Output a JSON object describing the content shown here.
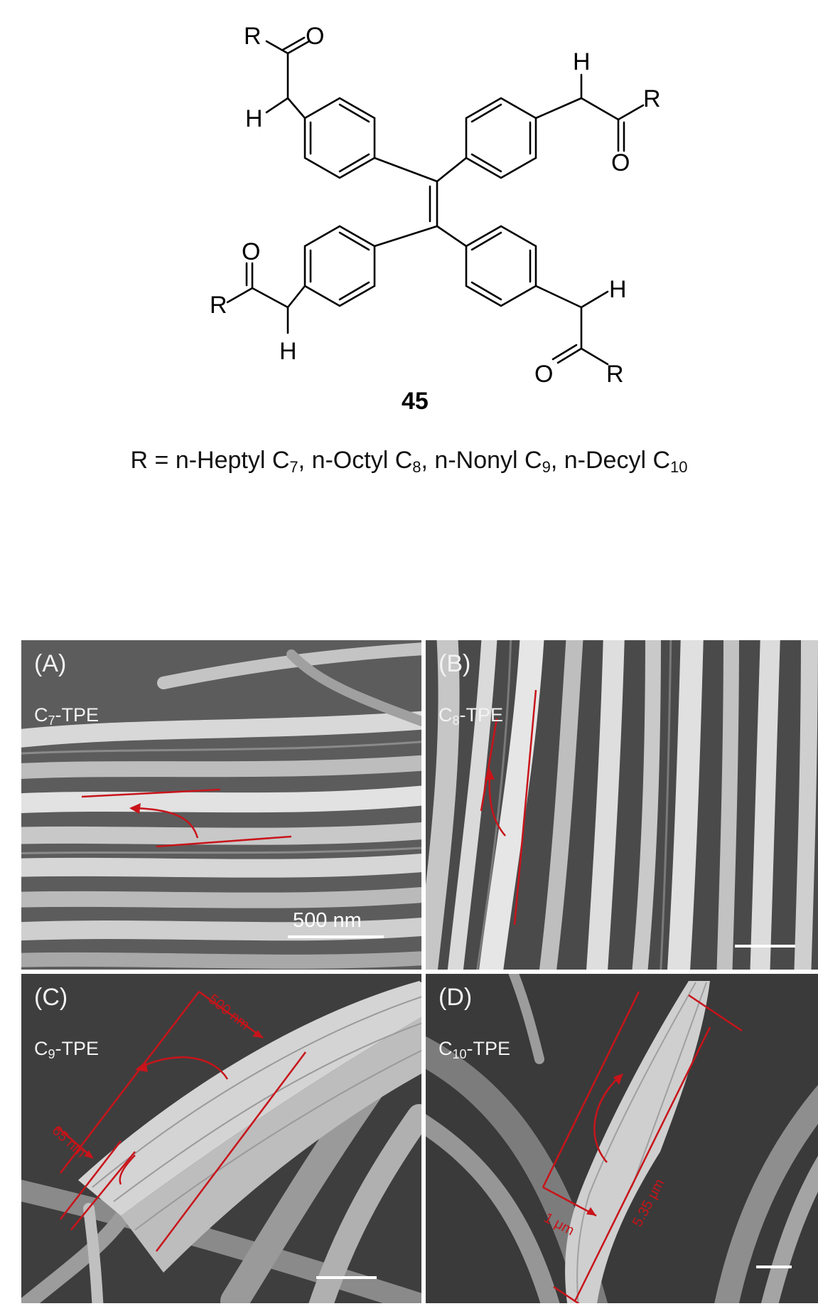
{
  "compound": {
    "number": "45",
    "atoms": {
      "R": "R",
      "O": "O",
      "H": "H"
    },
    "r_definition": {
      "prefix": "R = ",
      "items": [
        {
          "name": "n-Heptyl C",
          "sub": "7"
        },
        {
          "name": "n-Octyl C",
          "sub": "8"
        },
        {
          "name": "n-Nonyl C",
          "sub": "9"
        },
        {
          "name": "n-Decyl C",
          "sub": "10"
        }
      ],
      "separator": ", "
    }
  },
  "panels": [
    {
      "id": "A",
      "label": "(A)",
      "name": "C",
      "sub": "7",
      "suffix": "-TPE",
      "scale_label": "500 nm"
    },
    {
      "id": "B",
      "label": "(B)",
      "name": "C",
      "sub": "8",
      "suffix": "-TPE",
      "scale_label": ""
    },
    {
      "id": "C",
      "label": "(C)",
      "name": "C",
      "sub": "9",
      "suffix": "-TPE",
      "scale_label": "",
      "annotations": [
        "500 nm",
        "65 nm"
      ]
    },
    {
      "id": "D",
      "label": "(D)",
      "name": "C",
      "sub": "10",
      "suffix": "-TPE",
      "scale_label": "",
      "annotations": [
        "1 μm",
        "5.35 μm"
      ]
    }
  ],
  "colors": {
    "annotation": "#c8141a",
    "micrograph_text": "#f2f2f2"
  }
}
